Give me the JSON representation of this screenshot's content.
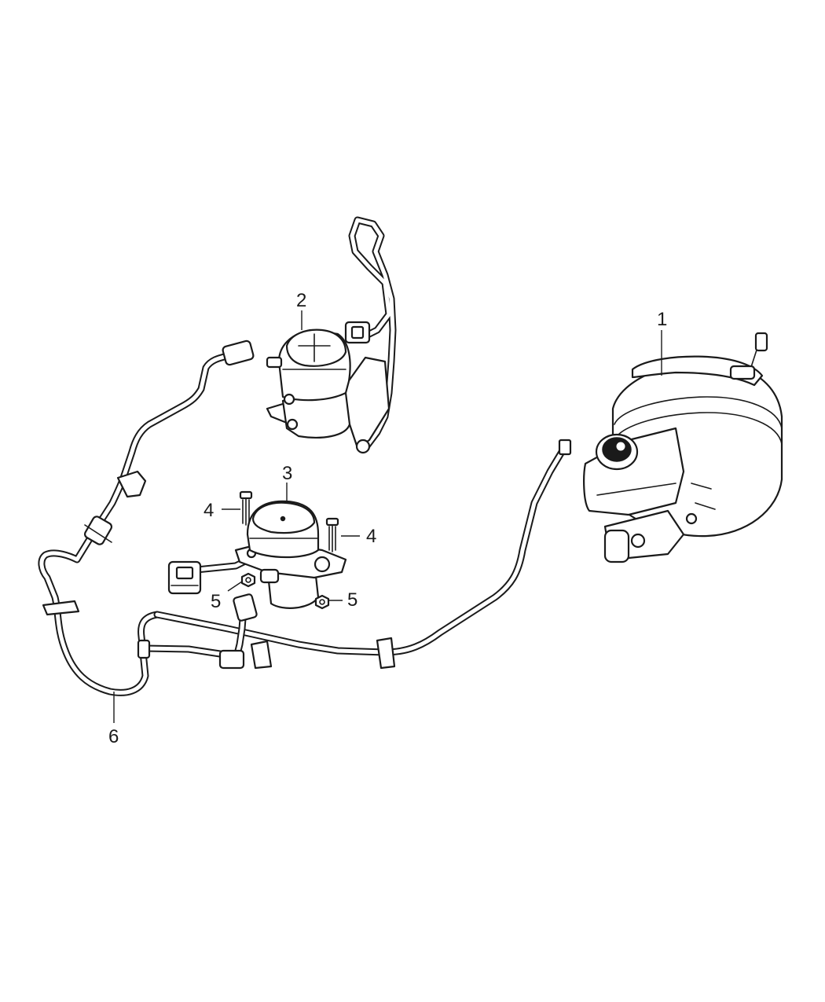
{
  "callouts": [
    {
      "id": "1",
      "text": "1"
    },
    {
      "id": "2",
      "text": "2"
    },
    {
      "id": "3",
      "text": "3"
    },
    {
      "id": "4a",
      "text": "4"
    },
    {
      "id": "4b",
      "text": "4"
    },
    {
      "id": "5a",
      "text": "5"
    },
    {
      "id": "5b",
      "text": "5"
    },
    {
      "id": "6",
      "text": "6"
    }
  ]
}
